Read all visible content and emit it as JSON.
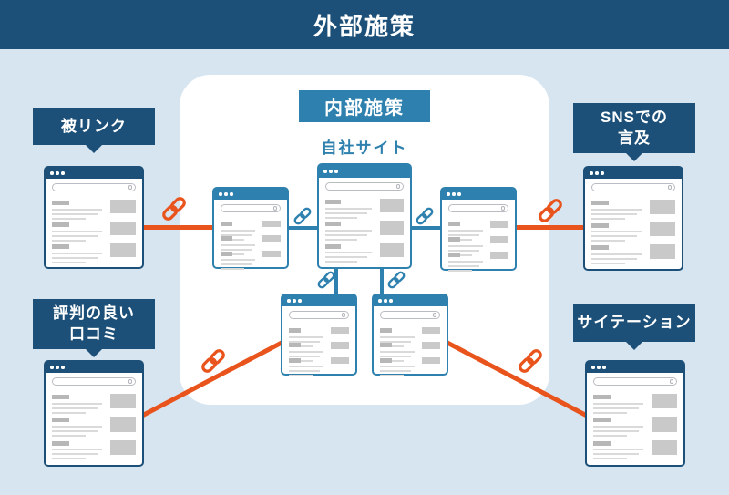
{
  "header": {
    "title": "外部施策"
  },
  "inner_area": {
    "title": "内部施策",
    "site_label": "自社サイト"
  },
  "labels": {
    "top_left": "被リンク",
    "top_right": "SNSでの\n言及",
    "bottom_left": "評判の良い\n口コミ",
    "bottom_right": "サイテーション"
  },
  "icons": {
    "link_internal": "chain-link-icon (blue)",
    "link_external": "chain-link-icon (orange)"
  },
  "colors": {
    "navy": "#1d5078",
    "blue": "#2e81ae",
    "orange": "#e9541d",
    "background": "#d7e5f0",
    "panel": "#ffffff"
  }
}
